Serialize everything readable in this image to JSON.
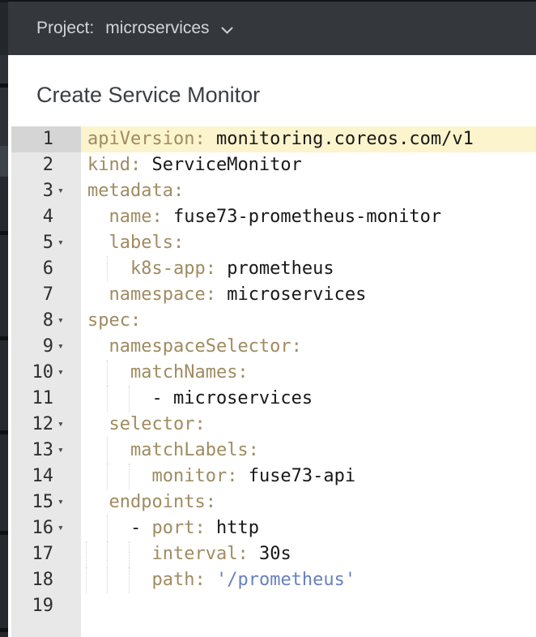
{
  "header": {
    "project_label": "Project:",
    "project_name": "microservices",
    "chevron_icon": "chevron-down"
  },
  "page": {
    "title": "Create Service Monitor"
  },
  "editor": {
    "language": "yaml",
    "active_line": 1,
    "total_lines": 19,
    "lines": [
      {
        "num": 1,
        "fold": false,
        "active": true,
        "guides": [],
        "tokens": [
          [
            "key",
            "apiVersion:"
          ],
          [
            "plain",
            " monitoring.coreos.com/v1"
          ]
        ]
      },
      {
        "num": 2,
        "fold": false,
        "active": false,
        "guides": [],
        "tokens": [
          [
            "key",
            "kind:"
          ],
          [
            "plain",
            " ServiceMonitor"
          ]
        ]
      },
      {
        "num": 3,
        "fold": true,
        "active": false,
        "guides": [],
        "tokens": [
          [
            "key",
            "metadata:"
          ]
        ]
      },
      {
        "num": 4,
        "fold": false,
        "active": false,
        "guides": [],
        "tokens": [
          [
            "plain",
            "  "
          ],
          [
            "key",
            "name:"
          ],
          [
            "plain",
            " fuse73-prometheus-monitor"
          ]
        ]
      },
      {
        "num": 5,
        "fold": true,
        "active": false,
        "guides": [],
        "tokens": [
          [
            "plain",
            "  "
          ],
          [
            "key",
            "labels:"
          ]
        ]
      },
      {
        "num": 6,
        "fold": false,
        "active": false,
        "guides": [
          2
        ],
        "tokens": [
          [
            "plain",
            "    "
          ],
          [
            "key",
            "k8s-app:"
          ],
          [
            "plain",
            " prometheus"
          ]
        ]
      },
      {
        "num": 7,
        "fold": false,
        "active": false,
        "guides": [],
        "tokens": [
          [
            "plain",
            "  "
          ],
          [
            "key",
            "namespace:"
          ],
          [
            "plain",
            " microservices"
          ]
        ]
      },
      {
        "num": 8,
        "fold": true,
        "active": false,
        "guides": [],
        "tokens": [
          [
            "key",
            "spec:"
          ]
        ]
      },
      {
        "num": 9,
        "fold": true,
        "active": false,
        "guides": [],
        "tokens": [
          [
            "plain",
            "  "
          ],
          [
            "key",
            "namespaceSelector:"
          ]
        ]
      },
      {
        "num": 10,
        "fold": true,
        "active": false,
        "guides": [
          2
        ],
        "tokens": [
          [
            "plain",
            "    "
          ],
          [
            "key",
            "matchNames:"
          ]
        ]
      },
      {
        "num": 11,
        "fold": false,
        "active": false,
        "guides": [
          2,
          4
        ],
        "tokens": [
          [
            "plain",
            "      - microservices"
          ]
        ]
      },
      {
        "num": 12,
        "fold": true,
        "active": false,
        "guides": [],
        "tokens": [
          [
            "plain",
            "  "
          ],
          [
            "key",
            "selector:"
          ]
        ]
      },
      {
        "num": 13,
        "fold": true,
        "active": false,
        "guides": [
          2
        ],
        "tokens": [
          [
            "plain",
            "    "
          ],
          [
            "key",
            "matchLabels:"
          ]
        ]
      },
      {
        "num": 14,
        "fold": false,
        "active": false,
        "guides": [
          2,
          4
        ],
        "tokens": [
          [
            "plain",
            "      "
          ],
          [
            "key",
            "monitor:"
          ],
          [
            "plain",
            " fuse73-api"
          ]
        ]
      },
      {
        "num": 15,
        "fold": true,
        "active": false,
        "guides": [],
        "tokens": [
          [
            "plain",
            "  "
          ],
          [
            "key",
            "endpoints:"
          ]
        ]
      },
      {
        "num": 16,
        "fold": true,
        "active": false,
        "guides": [
          2
        ],
        "tokens": [
          [
            "plain",
            "    - "
          ],
          [
            "key",
            "port:"
          ],
          [
            "plain",
            " http"
          ]
        ]
      },
      {
        "num": 17,
        "fold": false,
        "active": false,
        "guides": [
          0,
          2,
          4
        ],
        "tokens": [
          [
            "plain",
            "      "
          ],
          [
            "key",
            "interval:"
          ],
          [
            "plain",
            " 30s"
          ]
        ]
      },
      {
        "num": 18,
        "fold": false,
        "active": false,
        "guides": [
          0,
          2,
          4
        ],
        "tokens": [
          [
            "plain",
            "      "
          ],
          [
            "key",
            "path:"
          ],
          [
            "plain",
            " "
          ],
          [
            "string",
            "'/prometheus'"
          ]
        ]
      },
      {
        "num": 19,
        "fold": false,
        "active": false,
        "guides": [],
        "tokens": []
      }
    ]
  },
  "colors": {
    "topbar_bg": "#34383d",
    "topbar_text": "#d3d5d8",
    "title_text": "#3a3f44",
    "gutter_bg": "#e8e8e8",
    "gutter_active_bg": "#d5d5d5",
    "active_line_bg": "#fcf4cc",
    "yaml_key": "#a08b60",
    "yaml_value": "#181818",
    "yaml_string": "#6781bd"
  }
}
